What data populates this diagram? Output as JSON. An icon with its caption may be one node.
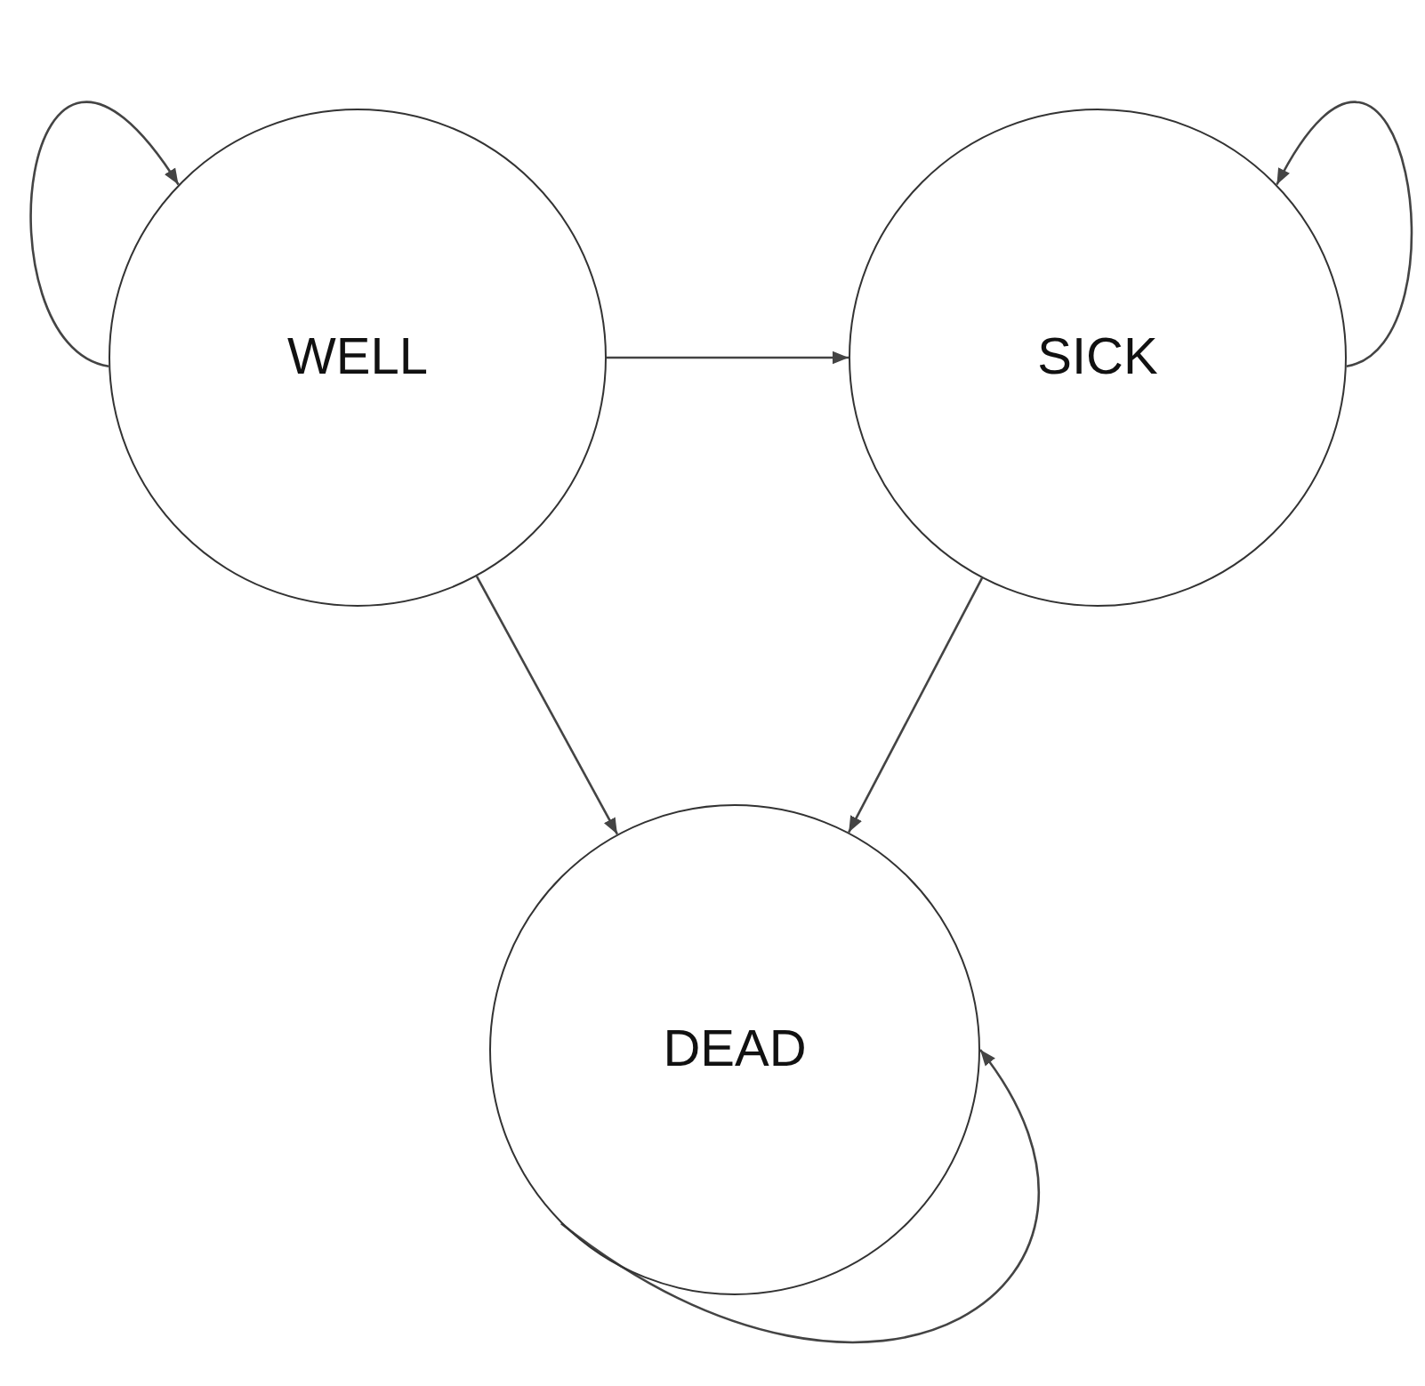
{
  "diagram": {
    "nodes": [
      {
        "text": [
          "WELL"
        ]
      },
      {
        "text": [
          "SICK"
        ]
      },
      {
        "text": [
          "DEAD"
        ]
      }
    ],
    "edges": [
      {
        "from": 0,
        "to": 0,
        "arrow": "to"
      },
      {
        "from": 1,
        "to": 1,
        "arrow": "to"
      },
      {
        "from": 0,
        "to": 1,
        "arrow": "to"
      },
      {
        "from": 0,
        "to": 2,
        "arrow": "to"
      },
      {
        "from": 1,
        "to": 2,
        "arrow": "to"
      },
      {
        "from": 2,
        "to": 2,
        "arrow": "to"
      }
    ]
  }
}
